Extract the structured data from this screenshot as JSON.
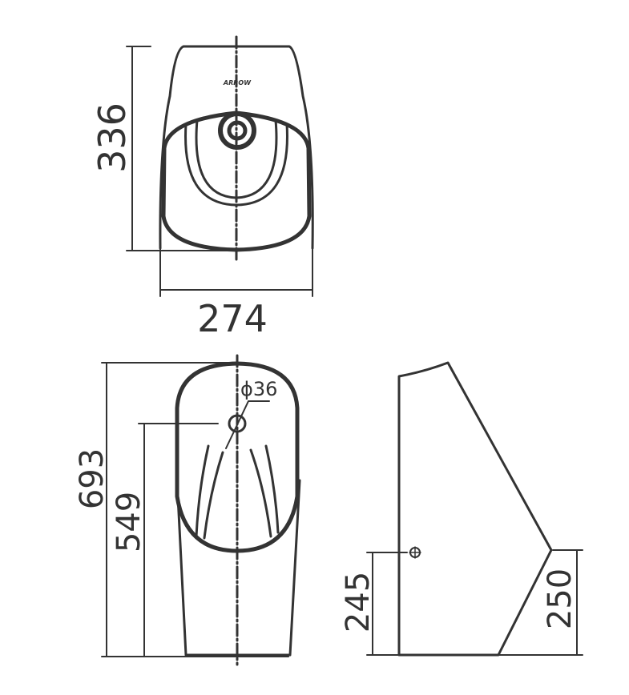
{
  "title": "Urinal dimension drawing",
  "brand_logo": "ARROW",
  "top_view": {
    "depth": "336",
    "width": "274"
  },
  "front_view": {
    "height": "693",
    "inlet_height": "549",
    "inlet_diameter": "ϕ36"
  },
  "side_view": {
    "outlet_height": "245",
    "front_height": "250"
  },
  "colors": {
    "line": "#333333",
    "background": "#ffffff"
  }
}
